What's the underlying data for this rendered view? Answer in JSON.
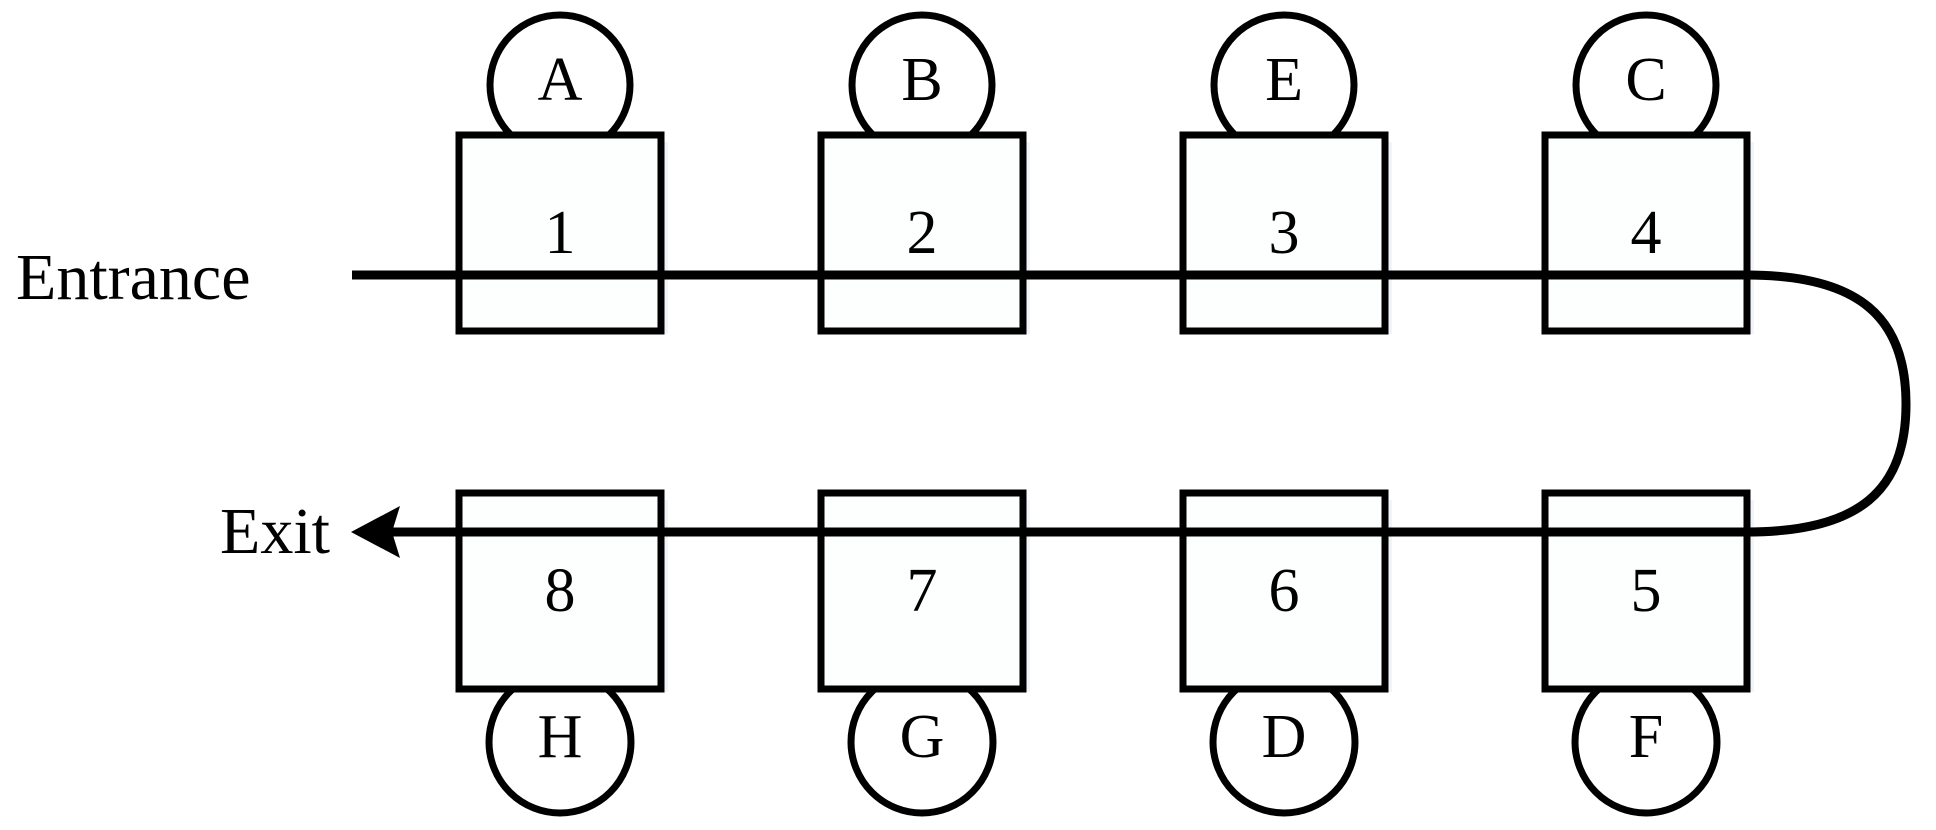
{
  "diagram": {
    "type": "flow-shop-layout",
    "title": "",
    "background_color": "#ffffff",
    "stroke_color": "#000000",
    "box_fill_color": "#fdfefe",
    "labels": {
      "entrance": "Entrance",
      "exit": "Exit"
    },
    "top_row": {
      "direction": "left-to-right",
      "stations": [
        {
          "number": "1",
          "letter": "A",
          "letter_position": "top"
        },
        {
          "number": "2",
          "letter": "B",
          "letter_position": "top"
        },
        {
          "number": "3",
          "letter": "E",
          "letter_position": "top"
        },
        {
          "number": "4",
          "letter": "C",
          "letter_position": "top"
        }
      ]
    },
    "bottom_row": {
      "direction": "right-to-left",
      "stations": [
        {
          "number": "8",
          "letter": "H",
          "letter_position": "bottom"
        },
        {
          "number": "7",
          "letter": "G",
          "letter_position": "bottom"
        },
        {
          "number": "6",
          "letter": "D",
          "letter_position": "bottom"
        },
        {
          "number": "5",
          "letter": "F",
          "letter_position": "bottom"
        }
      ]
    },
    "connector": {
      "description": "u-turn-right",
      "from_station": "4",
      "to_station": "5"
    },
    "arrow": {
      "name": "exit-arrow",
      "direction": "left"
    }
  }
}
